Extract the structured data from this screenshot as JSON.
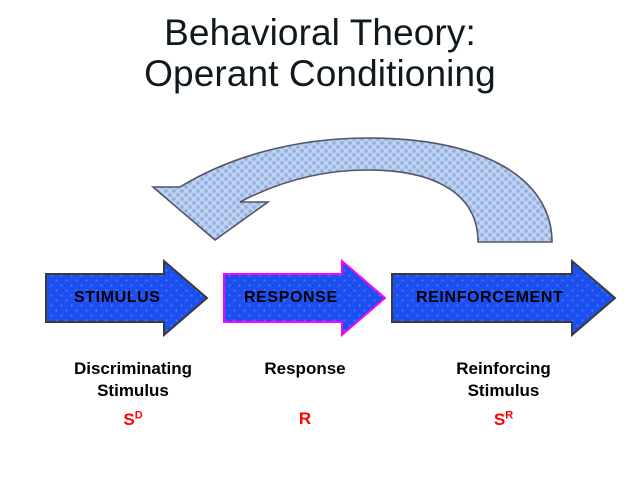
{
  "slide": {
    "title_line1": "Behavioral Theory:",
    "title_line2": "Operant Conditioning",
    "background_color": "#FFFFFF"
  },
  "colors": {
    "arrow_fill": "#1B4FF0",
    "arrow_fill_light": "#3D6DF5",
    "arrow_outline_dark": "#3A3A3A",
    "arrow_outline_magenta": "#FF00FF",
    "arc_fill": "#A8C0E8",
    "arc_fill_light": "#C6D6F0",
    "arc_outline": "#555566",
    "symbol_red": "#FF0000",
    "title_color": "#101820",
    "label_black": "#000000"
  },
  "feedback_arc": {
    "name": "feedback-loop-arrow",
    "direction": "right-to-left",
    "description": "Curved arc arrow looping from the reinforcement stage back to the stimulus stage"
  },
  "process": {
    "stages": [
      {
        "id": "stimulus",
        "arrow_label": "STIMULUS",
        "outline_color": "#3A3A3A",
        "caption_line1": "Discriminating",
        "caption_line2": "Stimulus",
        "symbol_base": "S",
        "symbol_sup": "D"
      },
      {
        "id": "response",
        "arrow_label": "RESPONSE",
        "outline_color": "#FF00FF",
        "caption_line1": "Response",
        "caption_line2": "",
        "symbol_base": "R",
        "symbol_sup": ""
      },
      {
        "id": "reinforcement",
        "arrow_label": "REINFORCEMENT",
        "outline_color": "#3A3A3A",
        "caption_line1": "Reinforcing",
        "caption_line2": "Stimulus",
        "symbol_base": "S",
        "symbol_sup": "R"
      }
    ]
  }
}
